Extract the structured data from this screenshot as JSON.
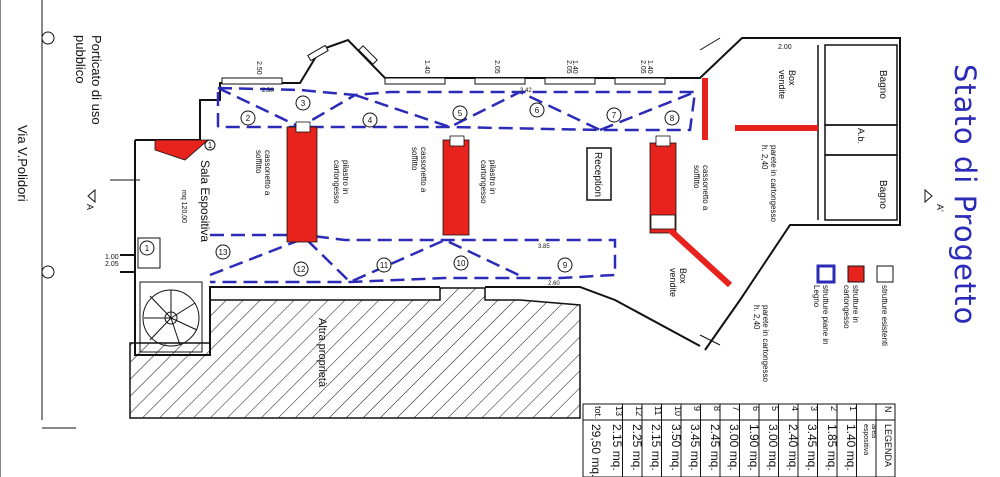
{
  "title": "Stato di Progetto",
  "street": "Via V.Polidori",
  "portico": "Porticato di uso pubblico",
  "section_marks": [
    "A",
    "A'"
  ],
  "rooms": {
    "sala": "Sala Espositiva",
    "sala_area": "mq 120,00",
    "reception": "Reception",
    "box_vendite_1": "Box vendite",
    "box_vendite_2": "Box vendite",
    "bagno_1": "Bagno",
    "bagno_2": "Bagno",
    "ab": "A.b.",
    "altra_proprieta": "Altra proprietà"
  },
  "notes": {
    "cassonetto": "cassonetto a soffitto",
    "pilastro": "pilastro in cartongesso",
    "parete": "parete in cartongesso h. 2,40"
  },
  "legend_symbols": [
    {
      "label": "strutture piane in Legno",
      "color": "#2b2bb8"
    },
    {
      "label": "strutture in cartongesso",
      "color": "#e8231d"
    },
    {
      "label": "strutture esistenti",
      "color": "#ffffff"
    }
  ],
  "dims": [
    "2.50",
    "2.50",
    "1.40",
    "2.05",
    "1.40",
    "2.05",
    "1.40",
    "2.05",
    "2.00",
    "1.00",
    "2.05",
    "3.85",
    "2.60",
    "3.42"
  ],
  "legend": {
    "header_n": "N",
    "header_label": "LEGENDA",
    "header_sub": "area espositiva",
    "rows": [
      {
        "n": "1",
        "v": "1.40 mq."
      },
      {
        "n": "2",
        "v": "1.85 mq."
      },
      {
        "n": "3",
        "v": "3.45 mq."
      },
      {
        "n": "4",
        "v": "2.40 mq."
      },
      {
        "n": "5",
        "v": "3.00 mq."
      },
      {
        "n": "6",
        "v": "1.90 mq."
      },
      {
        "n": "7",
        "v": "3.00 mq."
      },
      {
        "n": "8",
        "v": "2.45 mq."
      },
      {
        "n": "9",
        "v": "3.45 mq."
      },
      {
        "n": "10",
        "v": "3.50 mq."
      },
      {
        "n": "11",
        "v": "2.15 mq."
      },
      {
        "n": "12",
        "v": "2.25 mq."
      },
      {
        "n": "13",
        "v": "2.15 mq."
      }
    ],
    "total_label": "tot.",
    "total_value": "29,50 mq."
  },
  "colors": {
    "wood": "#2b2bb8",
    "plaster": "#e8231d",
    "line": "#111111"
  }
}
